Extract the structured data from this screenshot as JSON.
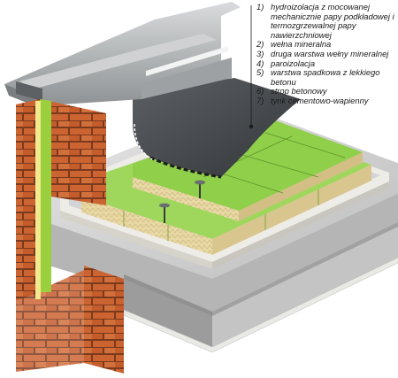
{
  "legend": {
    "items": [
      {
        "number": "1)",
        "text": "hydroizolacja z mocowanej mechanicznie papy podkładowej i termozgrzewalnej papy nawierzchniowej"
      },
      {
        "number": "2)",
        "text": "wełna mineralna"
      },
      {
        "number": "3)",
        "text": "druga warstwa wełny mineralnej"
      },
      {
        "number": "4)",
        "text": "paroizolacja"
      },
      {
        "number": "5)",
        "text": "warstwa spadkowa z lekkiego betonu"
      },
      {
        "number": "6)",
        "text": "strop betonowy"
      },
      {
        "number": "7)",
        "text": "tynk cementowo-wapienny"
      }
    ]
  },
  "colors": {
    "brick": "#c8602e",
    "insulation_green": "#8fcf4a",
    "membrane_dark": "#4a4d50",
    "concrete": "#d4d4d4",
    "flashing_metal": "#a9acae",
    "plaster": "#e9e9e6"
  }
}
